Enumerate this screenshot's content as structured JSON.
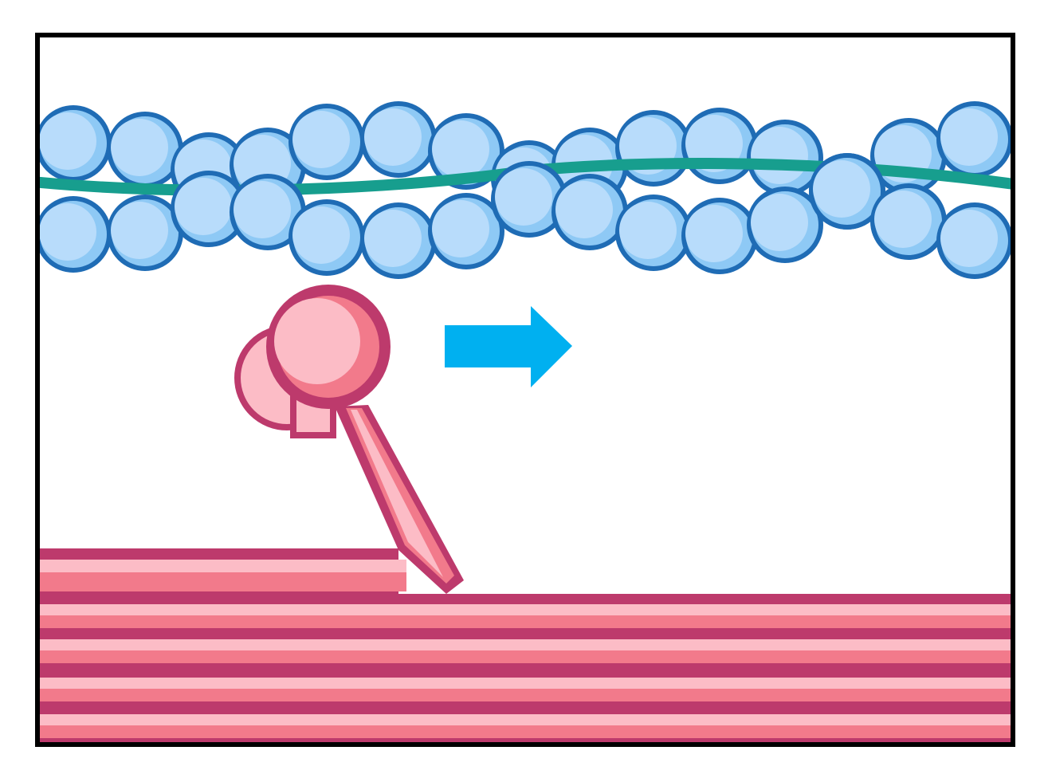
{
  "diagram": {
    "colors": {
      "frame": "#000000",
      "background": "#ffffff",
      "actin_fill": "#b8dcfb",
      "actin_shade": "#8ec9f5",
      "actin_outline": "#1f6cb5",
      "tropomyosin": "#179e8e",
      "myosin_light": "#fcbcc6",
      "myosin_mid": "#f27a8b",
      "myosin_dark": "#bd3a6c",
      "arrow": "#00b0f0"
    },
    "thin_filament": {
      "upper_strand": [
        {
          "i": 0
        },
        {
          "i": 1
        },
        {
          "i": 2
        },
        {
          "i": 3
        },
        {
          "i": 4
        },
        {
          "i": 5
        },
        {
          "i": 6
        },
        {
          "i": 7
        },
        {
          "i": 8
        },
        {
          "i": 9
        },
        {
          "i": 10
        },
        {
          "i": 11
        },
        {
          "i": 12
        },
        {
          "i": 13
        },
        {
          "i": 14
        }
      ],
      "lower_strand": [
        {
          "i": 0
        },
        {
          "i": 1
        },
        {
          "i": 2
        },
        {
          "i": 3
        },
        {
          "i": 4
        },
        {
          "i": 5
        },
        {
          "i": 6
        },
        {
          "i": 7
        },
        {
          "i": 8
        },
        {
          "i": 9
        },
        {
          "i": 10
        },
        {
          "i": 11
        },
        {
          "i": 12
        },
        {
          "i": 13
        },
        {
          "i": 14
        }
      ]
    },
    "direction": "right"
  }
}
